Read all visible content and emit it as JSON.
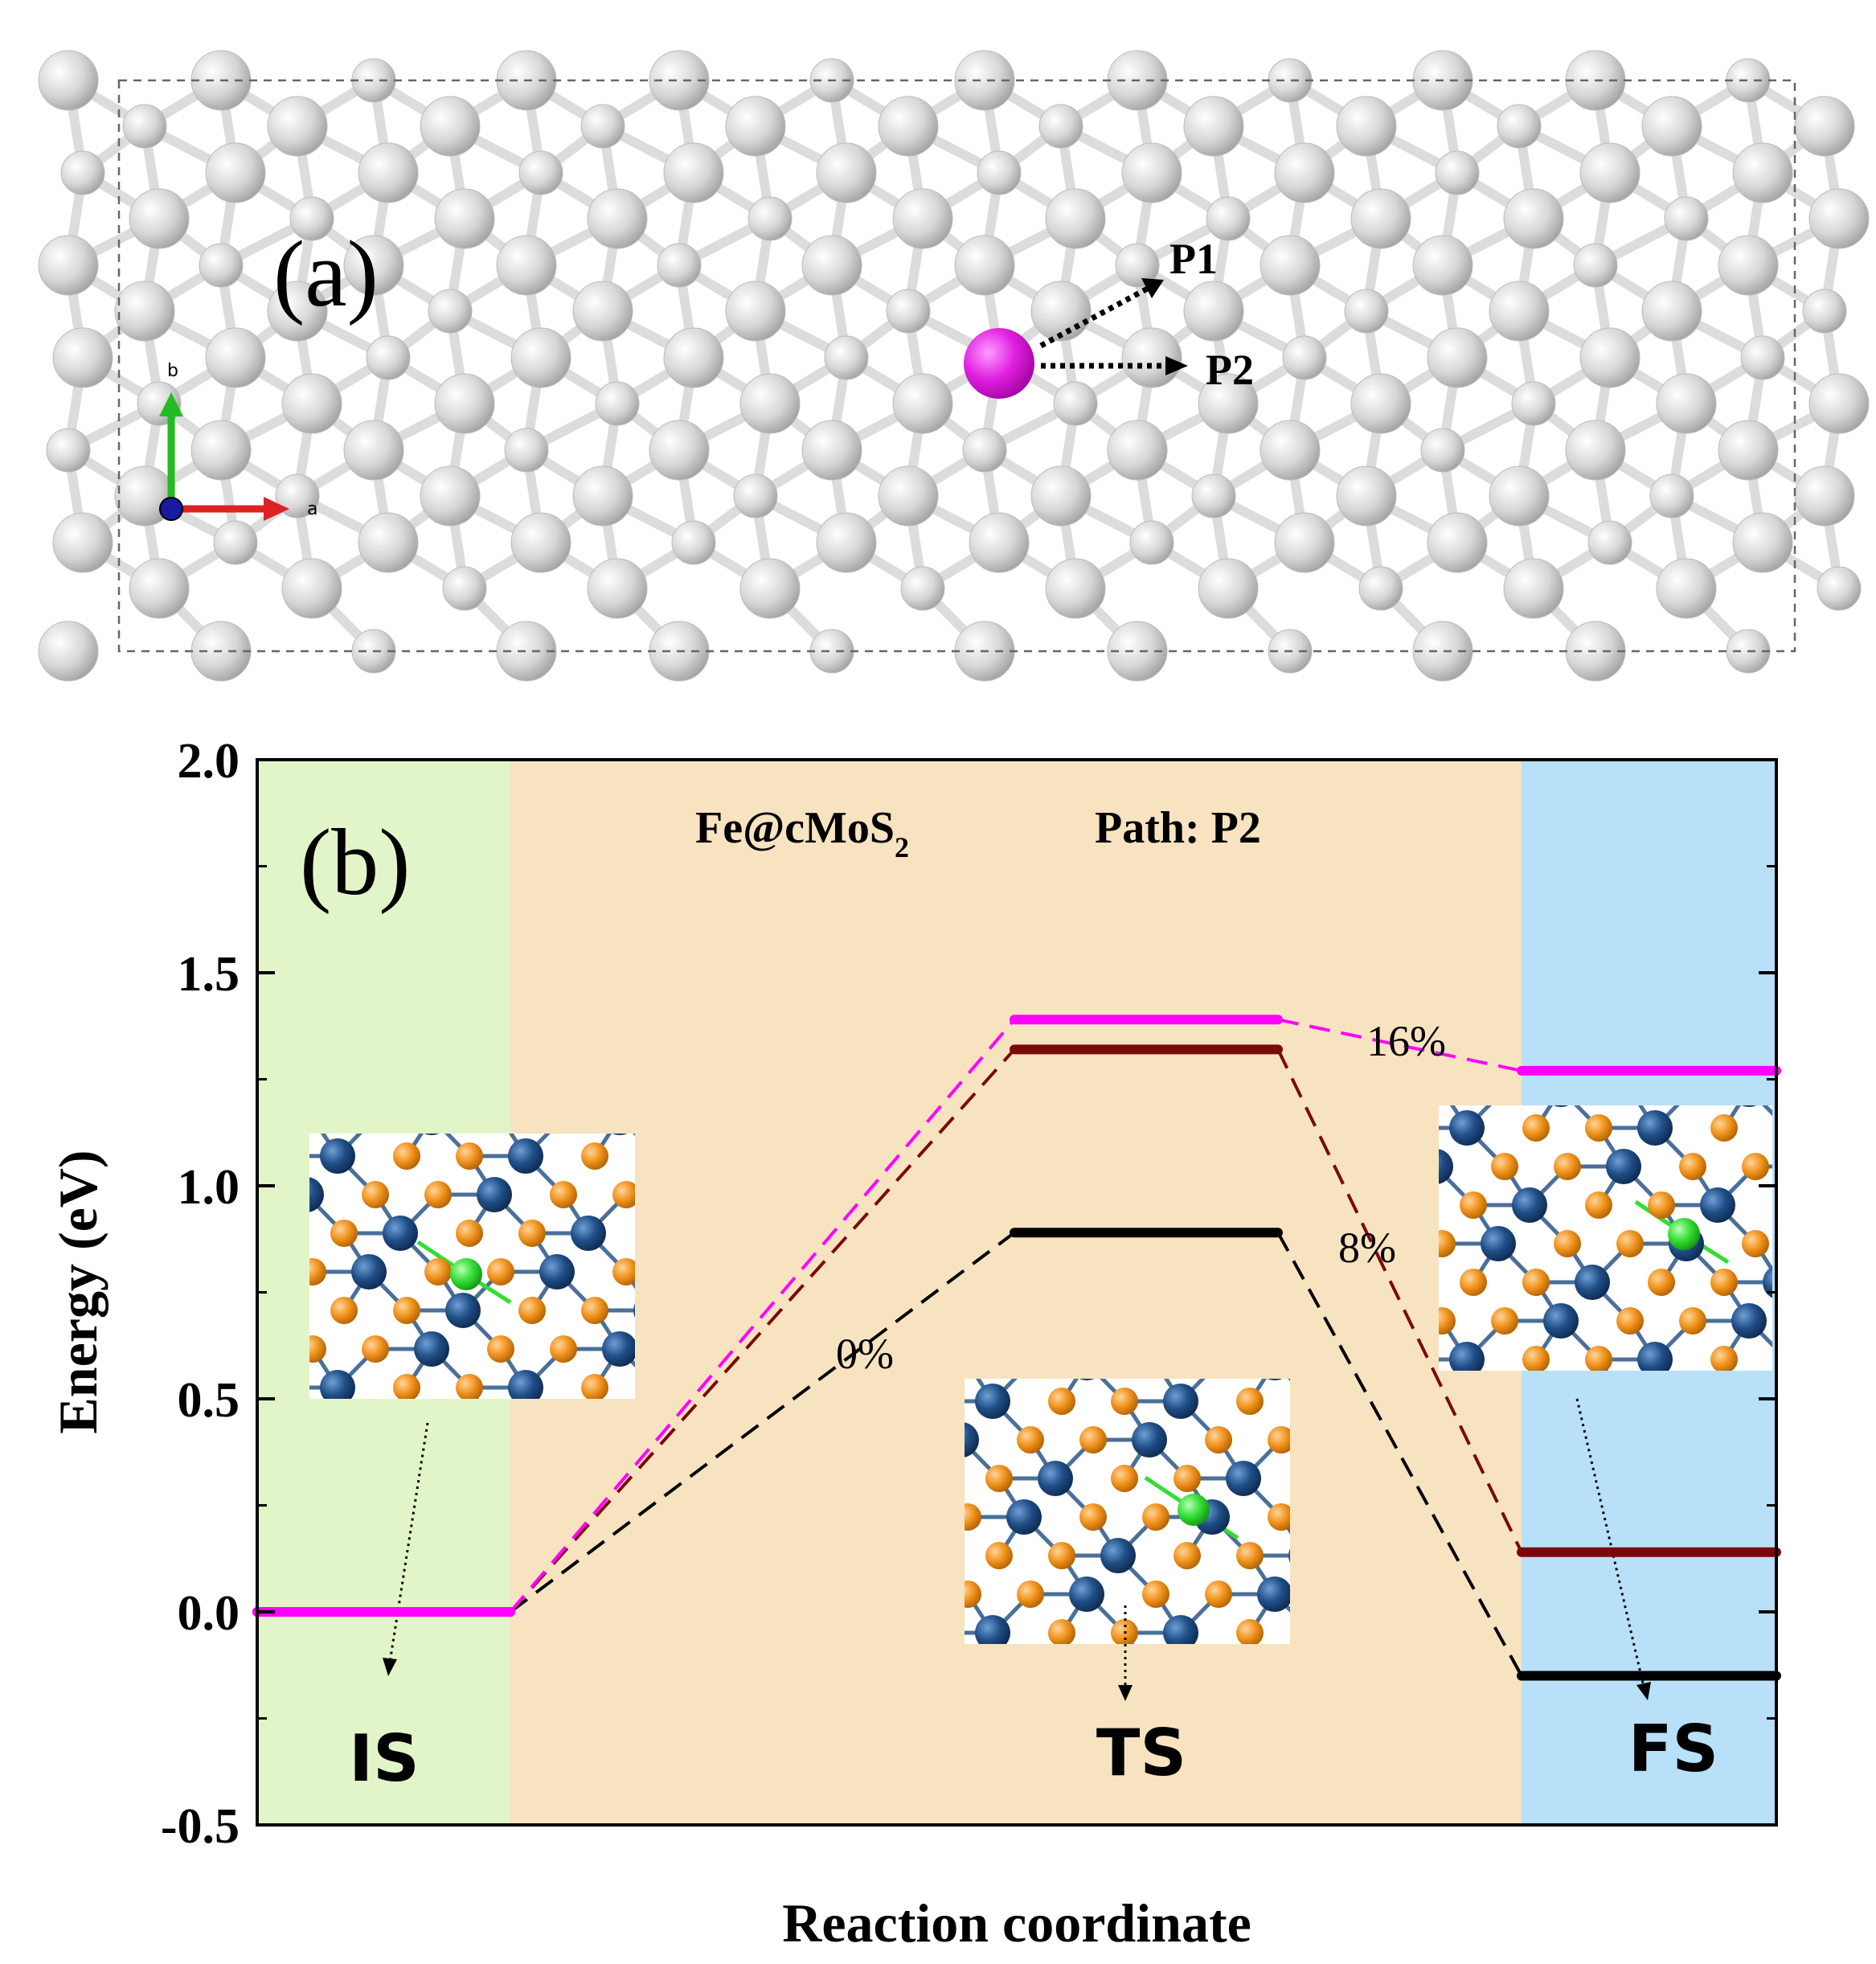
{
  "panel_a": {
    "label": "(a)",
    "axis_labels": {
      "b": "b",
      "a": "a"
    },
    "path_labels": [
      "P1",
      "P2"
    ],
    "colors": {
      "atom": "#d4d4d4",
      "adatom": "#e020e0",
      "axis_b": "#22bb22",
      "axis_a": "#dd2222",
      "axis_c": "#1a1aa0"
    }
  },
  "panel_b": {
    "label": "(b)",
    "system_label_main": "Fe@cMoS",
    "system_label_sub": "2",
    "path_label": "Path: P2",
    "state_labels": [
      "IS",
      "TS",
      "FS"
    ],
    "strain_labels": [
      "0%",
      "8%",
      "16%"
    ],
    "colors": {
      "region_is": "#e2f5c8",
      "region_ts": "#f7e3c0",
      "region_fs": "#b8e0f8",
      "mo_atom": "#1f4e86",
      "s_atom": "#f0921c",
      "fe_atom": "#33dd33"
    }
  },
  "chart_data": {
    "type": "line",
    "title": "",
    "xlabel": "Reaction coordinate",
    "ylabel": "Energy (eV)",
    "ylim": [
      -0.5,
      2.0
    ],
    "yticks": [
      "-0.5",
      "0.0",
      "0.5",
      "1.0",
      "1.5",
      "2.0"
    ],
    "categories": [
      "IS",
      "TS",
      "FS"
    ],
    "series": [
      {
        "name": "0%",
        "color": "#000000",
        "values": [
          0.0,
          0.89,
          -0.15
        ]
      },
      {
        "name": "8%",
        "color": "#7a0a0a",
        "values": [
          0.0,
          1.32,
          0.14
        ]
      },
      {
        "name": "16%",
        "color": "#ff00ff",
        "values": [
          0.0,
          1.39,
          1.27
        ]
      }
    ],
    "grid": false
  }
}
